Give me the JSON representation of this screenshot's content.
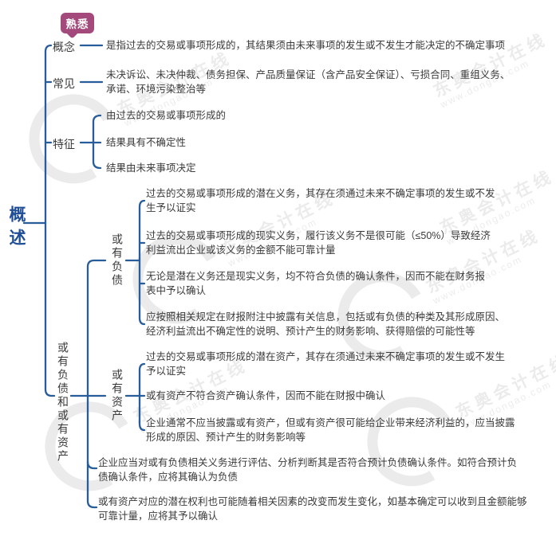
{
  "badge": {
    "label": "熟悉",
    "color": "#a3497c"
  },
  "root": {
    "label": "概述",
    "color": "#1f4e96"
  },
  "colors": {
    "line": "#275d9b",
    "text": "#3a3a3a"
  },
  "watermark": {
    "brand": "东奥会计在线",
    "url": "www.dongao.com"
  },
  "branches": {
    "concept": {
      "label": "概念",
      "text": "是指过去的交易或事项形成的，其结果须由未来事项的发生或不发生才能决定的不确定事项"
    },
    "common": {
      "label": "常见",
      "text": "未决诉讼、未决仲裁、债务担保、产品质量保证（含产品安全保证）、亏损合同、重组义务、\n承诺、环境污染整治等"
    },
    "features": {
      "label": "特征",
      "items": [
        "由过去的交易或事项形成的",
        "结果具有不确定性",
        "结果由未来事项决定"
      ]
    },
    "contingent": {
      "label": "或有负债和或有资产",
      "liability": {
        "label": "或有负债",
        "items": [
          "过去的交易或事项形成的潜在义务，其存在须通过未来不确定事项的发生或不发\n生予以证实",
          "过去的交易或事项形成的现实义务，履行该义务不是很可能（≤50%）导致经济\n利益流出企业或该义务的金额不能可靠计量",
          "无论是潜在义务还是现实义务，均不符合负债的确认条件，因而不能在财务报\n表中予以确认",
          "应按照相关规定在财报附注中披露有关信息，包括或有负债的种类及其形成原因、\n经济利益流出不确定性的说明、预计产生的财务影响、获得赔偿的可能性等"
        ]
      },
      "asset": {
        "label": "或有资产",
        "items": [
          "过去的交易或事项形成的潜在资产，其存在须通过未来不确定事项的发生或不发生\n予以证实",
          "或有资产不符合资产确认条件，因而不能在财报中确认",
          "企业通常不应当披露或有资产，但或有资产很可能给企业带来经济利益的，应当披露\n形成的原因、预计产生的财务影响等"
        ]
      },
      "notes": [
        "企业应当对或有负债相关义务进行评估、分析判断其是否符合预计负债确认条件。如符合预计负\n债确认条件，应将其确认为负债",
        "或有资产对应的潜在权利也可能随着相关因素的改变而发生变化，如基本确定可以收到且金额能够\n可靠计量，应将其予以确认"
      ]
    }
  }
}
